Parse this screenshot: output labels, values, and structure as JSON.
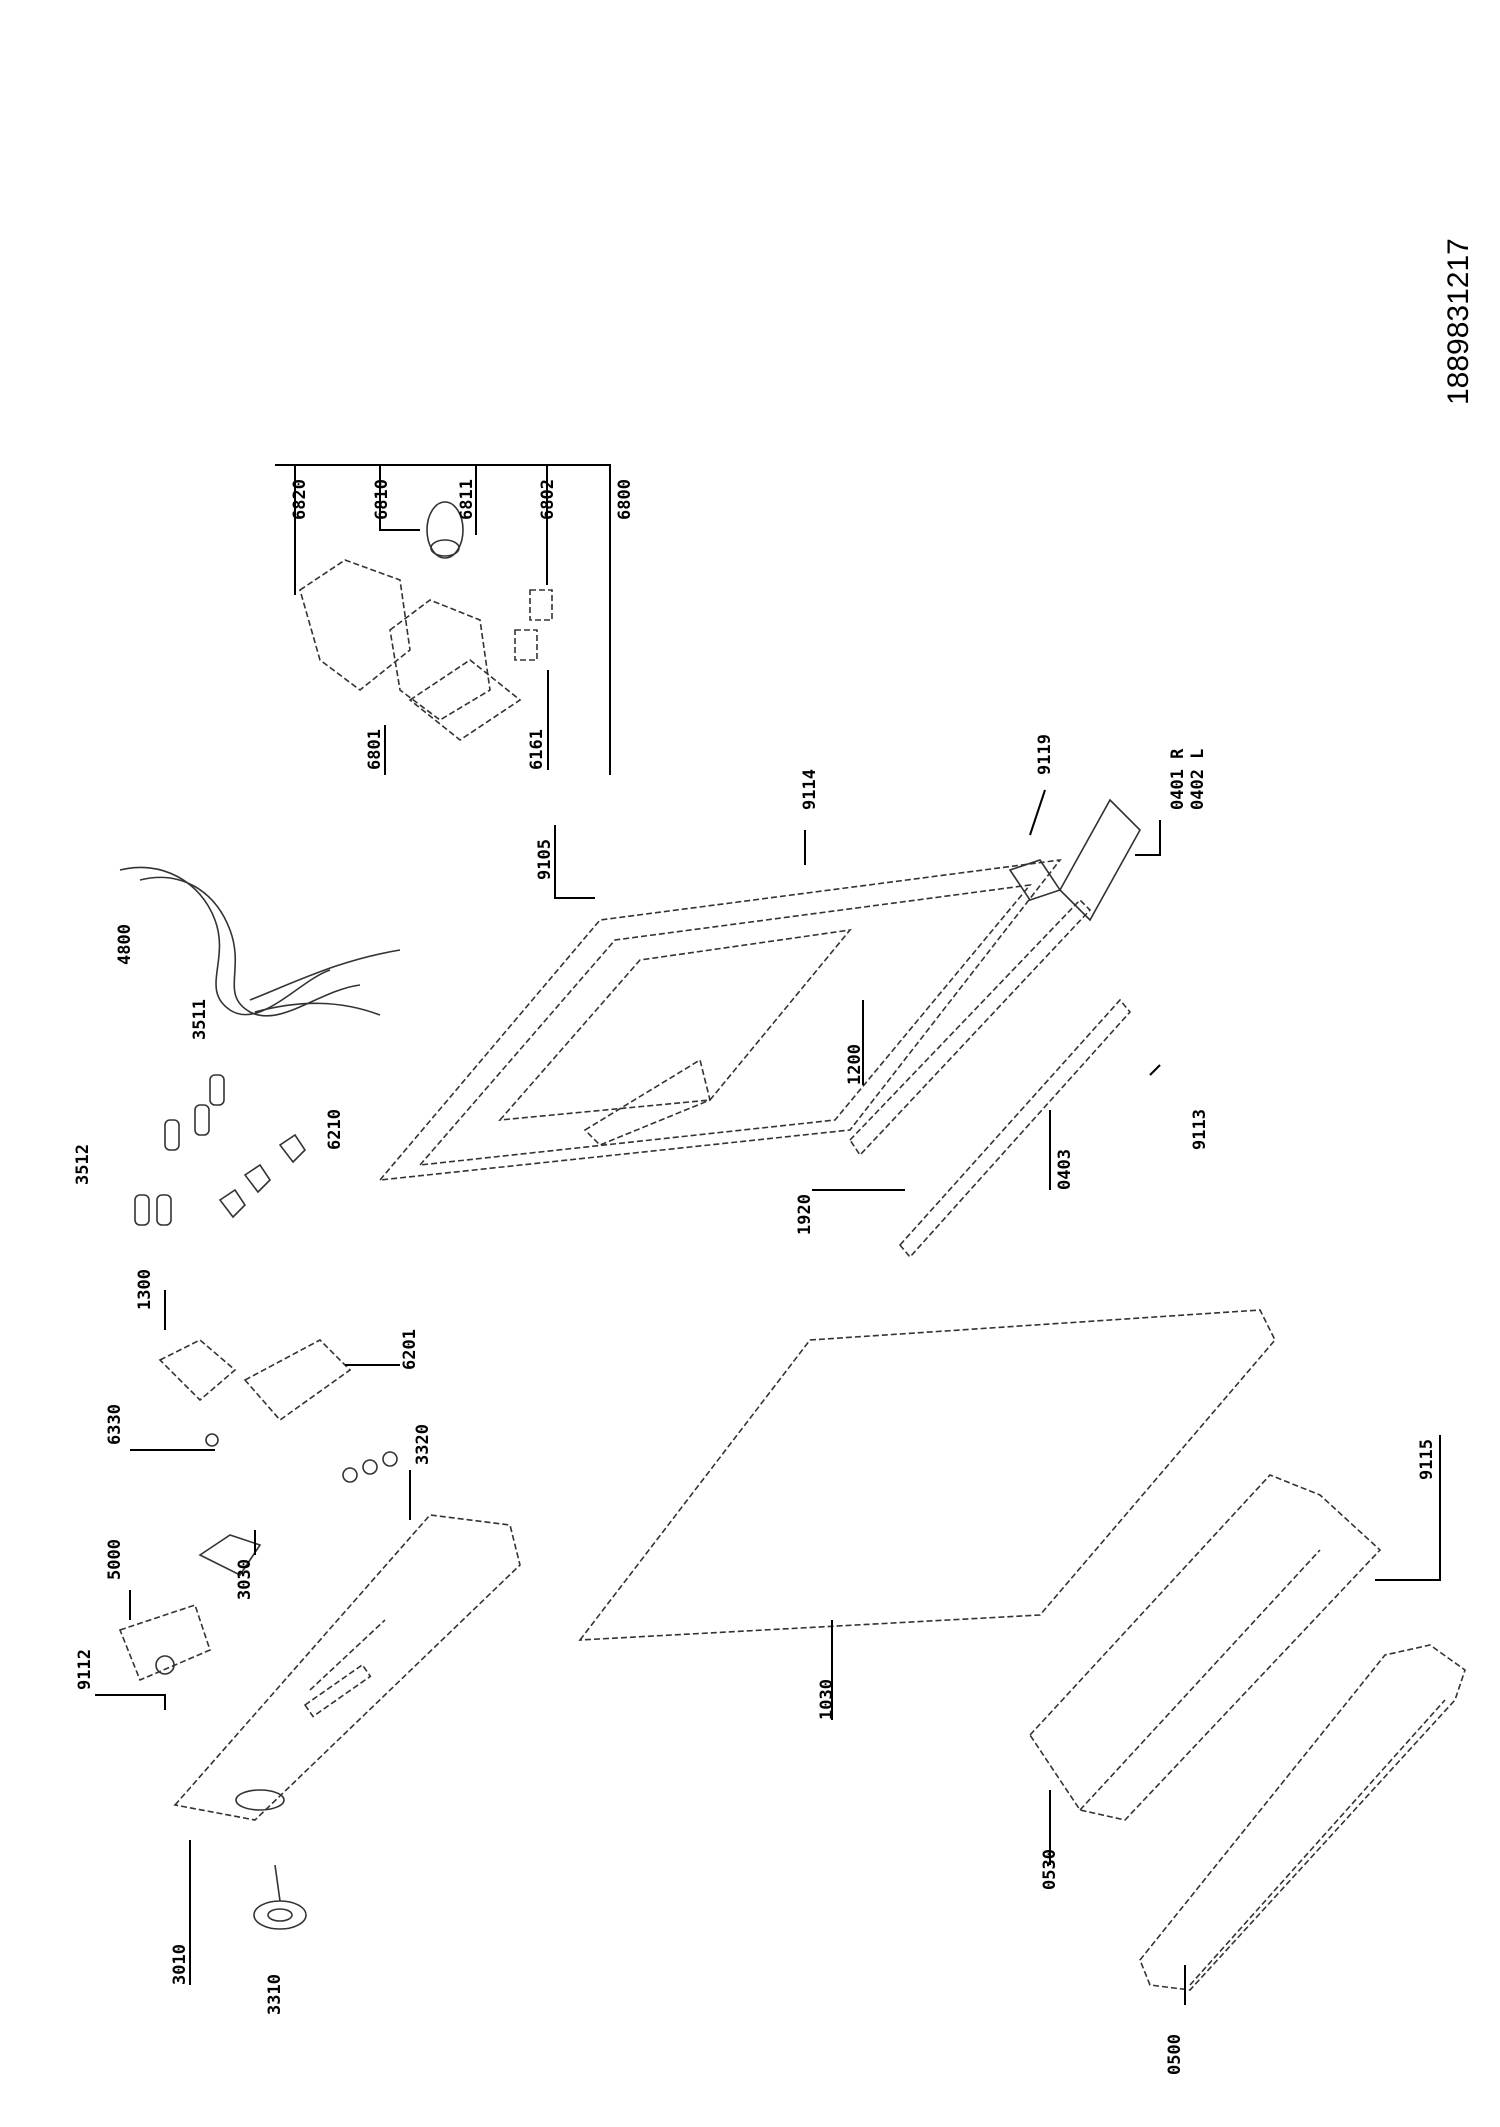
{
  "document_id": "1889831217",
  "labels": {
    "p9112": "9112",
    "p5000": "5000",
    "p3030": "3030",
    "p6330": "6330",
    "p1300": "1300",
    "p6201": "6201",
    "p3320": "3320",
    "p3512": "3512",
    "p6210": "6210",
    "p3511": "3511",
    "p4800": "4800",
    "p9105": "9105",
    "p9114": "9114",
    "p1200": "1200",
    "p1920": "1920",
    "p0403": "0403",
    "p9113": "9113",
    "p9119": "9119",
    "p0401": "0401 R",
    "p0402": "0402 L",
    "p6820": "6820",
    "p6810": "6810",
    "p6811": "6811",
    "p6802": "6802",
    "p6800": "6800",
    "p6801": "6801",
    "p6161": "6161",
    "p3010": "3010",
    "p3310": "3310",
    "p1030": "1030",
    "p9115": "9115",
    "p0530": "0530",
    "p0500": "0500"
  }
}
